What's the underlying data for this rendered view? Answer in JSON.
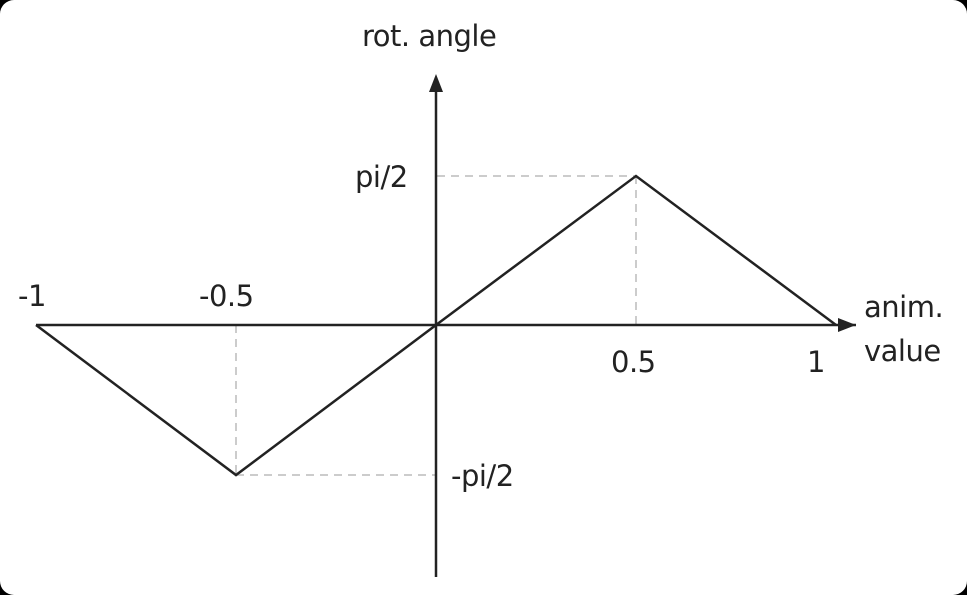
{
  "diagram": {
    "y_axis_label": "rot. angle",
    "x_axis_label_line1": "anim.",
    "x_axis_label_line2": "value",
    "x_ticks": [
      "-1",
      "-0.5",
      "0.5",
      "1"
    ],
    "y_ticks": [
      "pi/2",
      "-pi/2"
    ],
    "colors": {
      "line": "#222222",
      "guide": "#bbbbbb",
      "background": "#ffffff"
    }
  },
  "chart_data": {
    "type": "line",
    "title": "",
    "xlabel": "anim. value",
    "ylabel": "rot. angle",
    "x": [
      -1,
      -0.5,
      0,
      0.5,
      1
    ],
    "y": [
      "0",
      "-pi/2",
      "0",
      "pi/2",
      "0"
    ],
    "y_numeric": [
      0,
      -1.5708,
      0,
      1.5708,
      0
    ],
    "xlim": [
      -1,
      1
    ],
    "ylim": [
      -1.5708,
      1.5708
    ],
    "x_tick_labels": [
      "-1",
      "-0.5",
      "0.5",
      "1"
    ],
    "y_tick_labels": [
      "pi/2",
      "-pi/2"
    ],
    "grid": false,
    "guides": "dashed projection lines from peak/trough to axes"
  }
}
